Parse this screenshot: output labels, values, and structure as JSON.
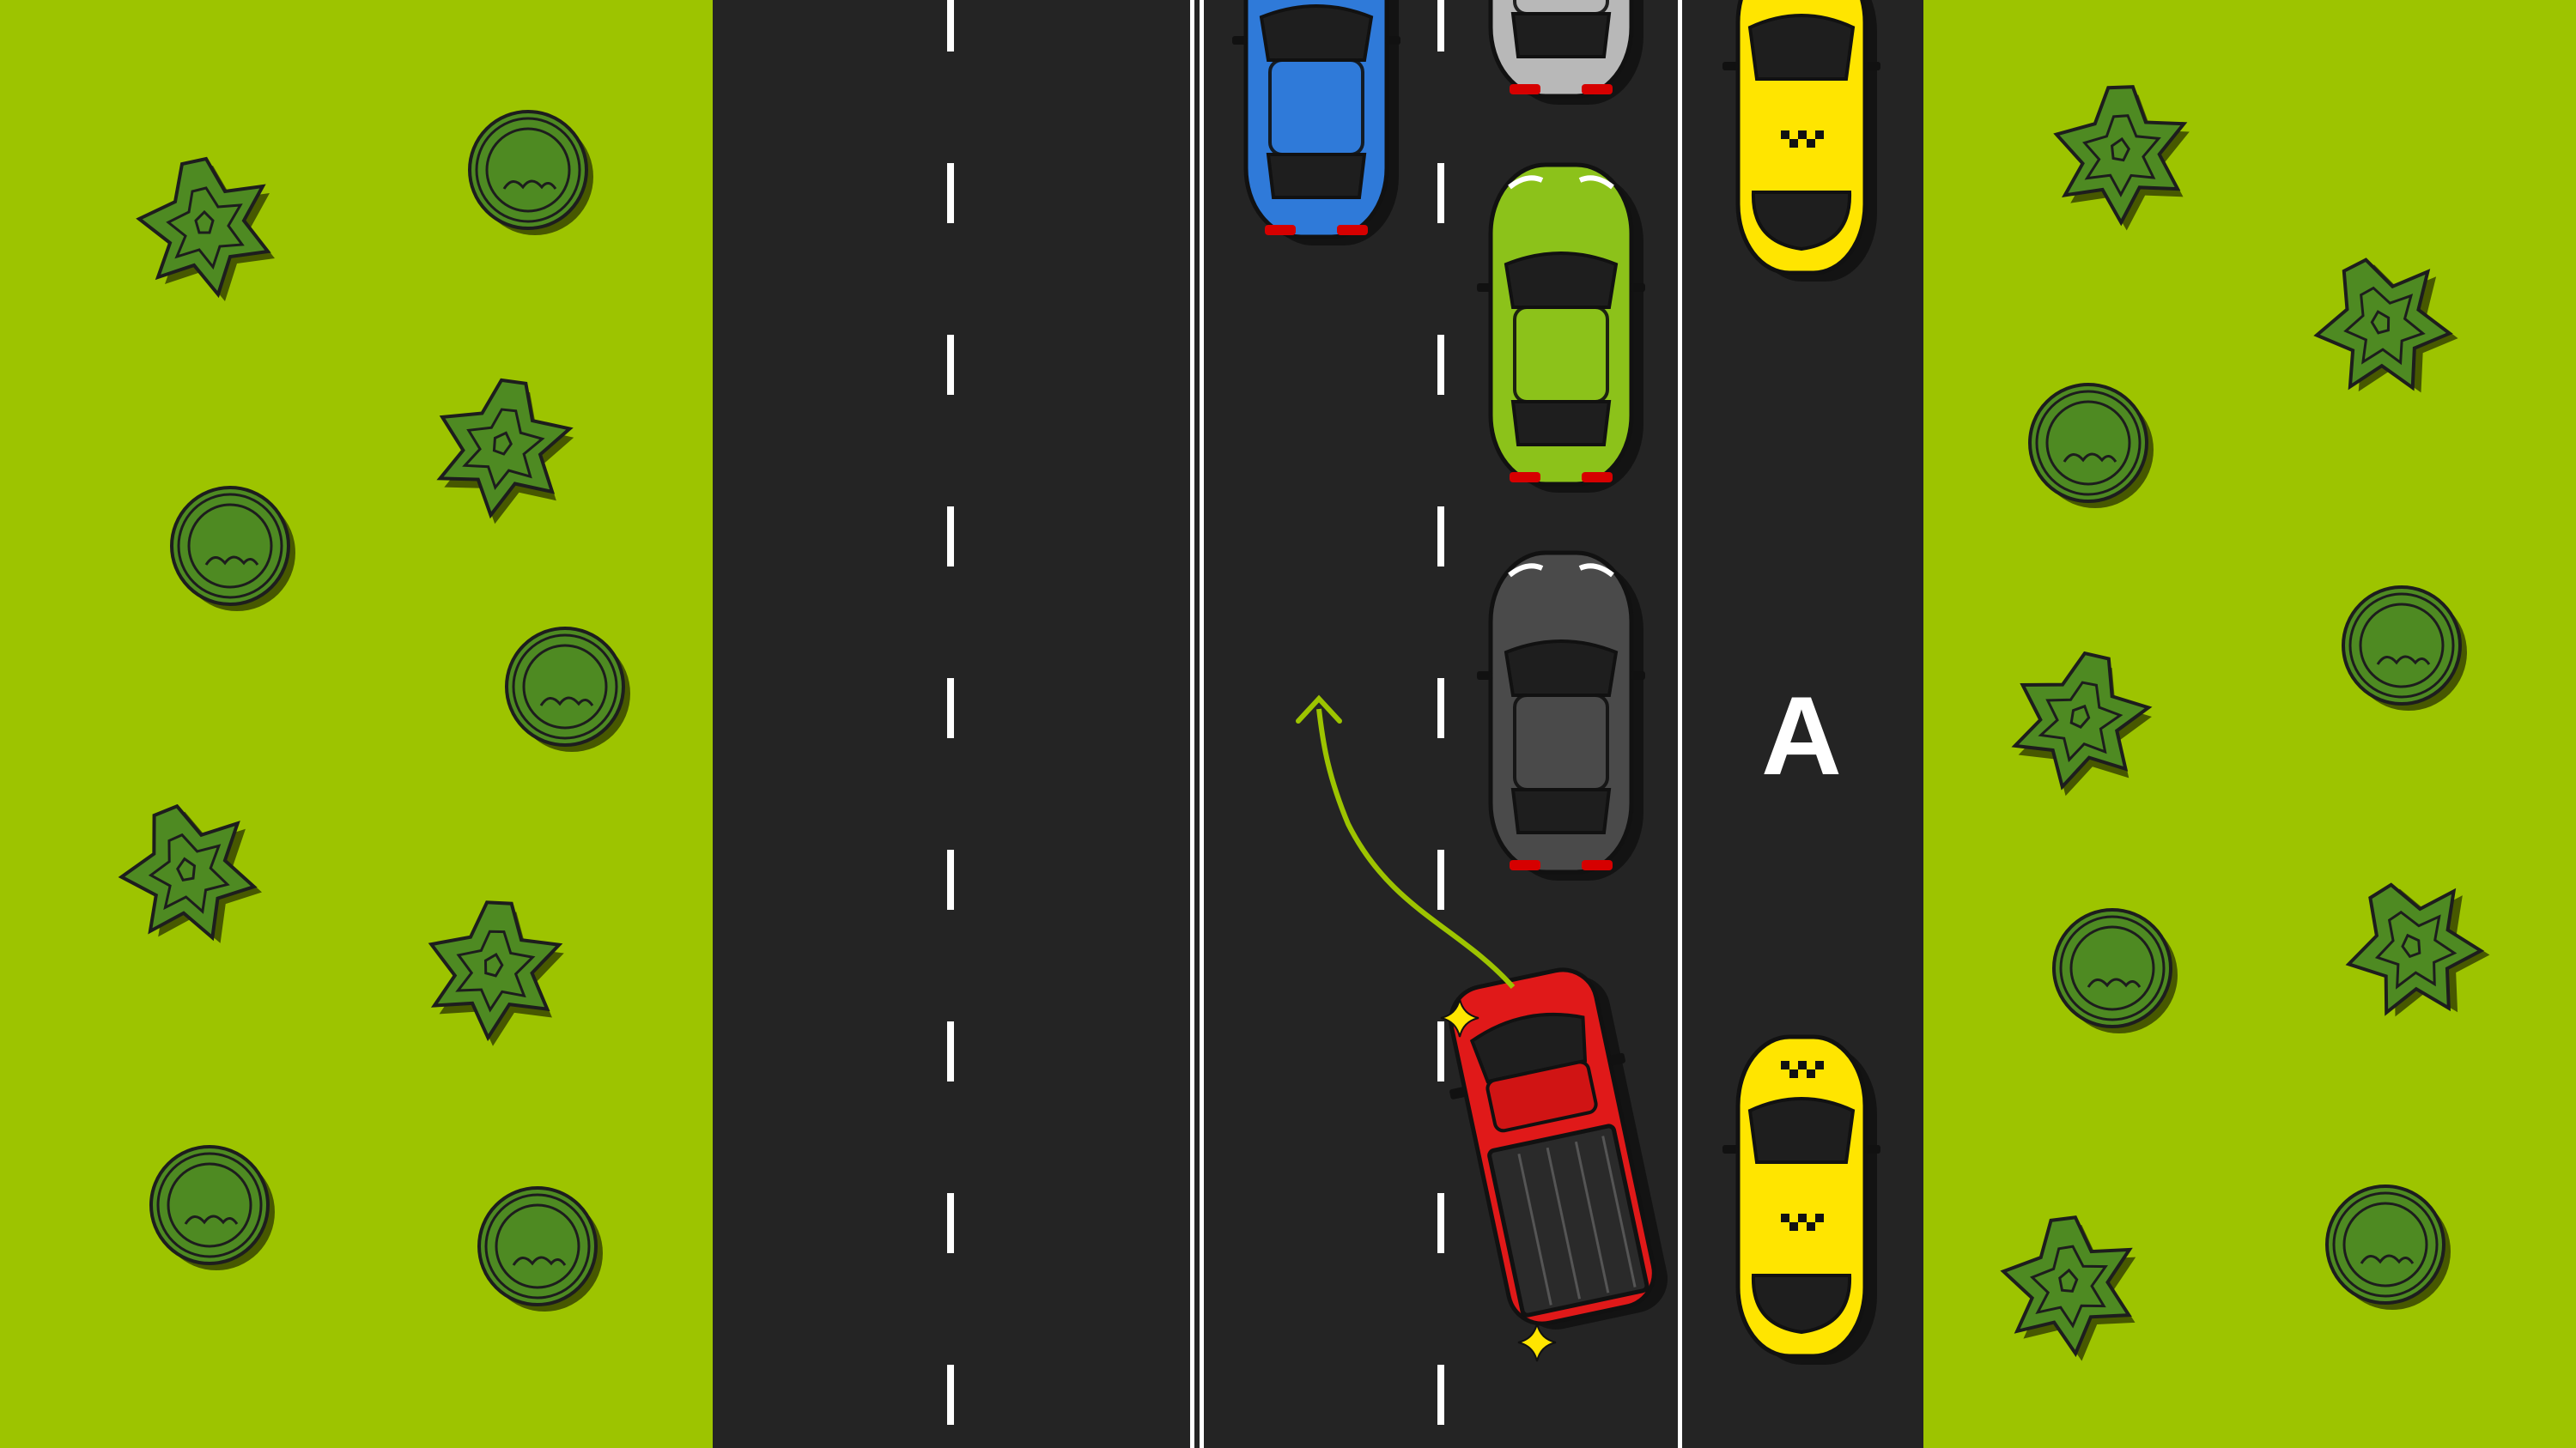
{
  "scene": {
    "lane_letter": "A",
    "colors": {
      "grass": "#9dc400",
      "road": "#242424",
      "marking": "#ffffff",
      "arrow": "#9dc400",
      "tree_fill": "#4e8a22",
      "tree_dark": "#2e5e12"
    },
    "vehicles": [
      {
        "name": "car-blue",
        "color": "#2f7ad9",
        "icon": "sports-car-icon"
      },
      {
        "name": "car-silver",
        "color": "#b8b8b8",
        "icon": "sports-car-icon"
      },
      {
        "name": "car-green",
        "color": "#8cc21a",
        "icon": "sports-car-icon"
      },
      {
        "name": "car-dark",
        "color": "#4a4a4a",
        "icon": "sports-car-icon"
      },
      {
        "name": "pickup-red",
        "color": "#e01919",
        "icon": "pickup-truck-icon"
      },
      {
        "name": "taxi-top",
        "color": "#ffe500",
        "icon": "taxi-icon"
      },
      {
        "name": "taxi-bottom",
        "color": "#ffe500",
        "icon": "taxi-icon"
      }
    ]
  }
}
